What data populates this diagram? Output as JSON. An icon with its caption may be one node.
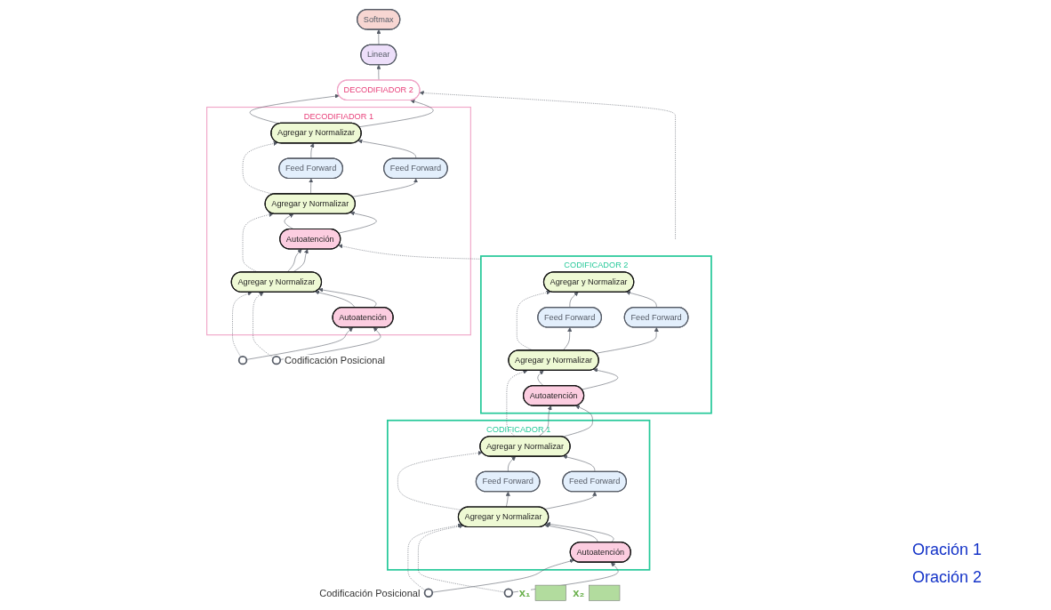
{
  "diagram": {
    "nodes": [
      {
        "text": [
          "CODIFICADOR 2"
        ]
      },
      {
        "text": [
          "Agregar y Normalizar"
        ],
        "in": 0
      },
      {
        "text": [
          "Feed Forward"
        ],
        "in": 0
      },
      {
        "text": [
          "Feed Forward"
        ],
        "in": 0
      },
      {
        "text": [
          "Agregar y Normalizar"
        ],
        "in": 0
      },
      {
        "text": [
          "Autoatención"
        ],
        "in": 0
      },
      {
        "text": [
          "CODIFICADOR 1"
        ]
      },
      {
        "text": [
          "Agregar y Normalizar"
        ],
        "in": 6
      },
      {
        "text": [
          "Feed Forward"
        ],
        "in": 6
      },
      {
        "text": [
          "Feed Forward"
        ],
        "in": 6
      },
      {
        "text": [
          "Agregar y Normalizar"
        ],
        "in": 6
      },
      {
        "text": [
          "Autoatención"
        ],
        "in": 6
      },
      {
        "text": [],
        "shape": "circle",
        "beside": [
          "Codificación Posicional"
        ]
      },
      {
        "text": [],
        "shape": "circle"
      },
      {
        "text": [],
        "shape": "bar",
        "beside": [
          "x₁"
        ]
      },
      {
        "text": [],
        "shape": "bar",
        "beside": [
          "x₂"
        ]
      },
      {
        "text": [
          "Softmax"
        ]
      },
      {
        "text": [
          "Linear"
        ]
      },
      {
        "text": [
          "DECODIFIADOR 2"
        ]
      },
      {
        "text": [
          "DECODIFIADOR 1"
        ]
      },
      {
        "text": [
          "Agregar y Normalizar"
        ],
        "in": 19
      },
      {
        "text": [
          "Feed Forward"
        ],
        "in": 19
      },
      {
        "text": [
          "Feed Forward"
        ],
        "in": 19
      },
      {
        "text": [
          "Agregar y Normalizar"
        ],
        "in": 19
      },
      {
        "text": [
          "Autoatención"
        ],
        "in": 19
      },
      {
        "text": [
          "Agregar y Normalizar"
        ],
        "in": 19
      },
      {
        "text": [
          "Autoatención"
        ],
        "in": 19
      },
      {
        "text": [],
        "shape": "circle"
      },
      {
        "text": [],
        "shape": "circle",
        "beside": [
          "Codificación Posicional"
        ]
      }
    ],
    "edges": [
      {
        "from": 12,
        "to": 11,
        "arrow": "to"
      },
      {
        "from": 13,
        "to": 11,
        "arrow": "to"
      },
      {
        "from": 12,
        "to": 10,
        "arrow": "to",
        "style": "dashed"
      },
      {
        "from": 13,
        "to": 10,
        "arrow": "to",
        "style": "dashed"
      },
      {
        "from": 11,
        "to": 10,
        "arrow": "to"
      },
      {
        "from": 11,
        "to": 10,
        "arrow": "to"
      },
      {
        "from": 10,
        "to": 8,
        "arrow": "to"
      },
      {
        "from": 10,
        "to": 9,
        "arrow": "to"
      },
      {
        "from": 10,
        "to": 7,
        "arrow": "to",
        "style": "dashed"
      },
      {
        "from": 8,
        "to": 7,
        "arrow": "to"
      },
      {
        "from": 9,
        "to": 7,
        "arrow": "to"
      },
      {
        "from": 7,
        "to": 5,
        "arrow": "to"
      },
      {
        "from": 7,
        "to": 5,
        "arrow": "to"
      },
      {
        "from": 7,
        "to": 4,
        "arrow": "to",
        "style": "dashed"
      },
      {
        "from": 5,
        "to": 4,
        "arrow": "to"
      },
      {
        "from": 5,
        "to": 4,
        "arrow": "to"
      },
      {
        "from": 4,
        "to": 2,
        "arrow": "to"
      },
      {
        "from": 4,
        "to": 3,
        "arrow": "to"
      },
      {
        "from": 4,
        "to": 1,
        "arrow": "to",
        "style": "dashed"
      },
      {
        "from": 2,
        "to": 1,
        "arrow": "to"
      },
      {
        "from": 3,
        "to": 1,
        "arrow": "to"
      },
      {
        "from": 0,
        "to": 18,
        "arrow": "to",
        "style": "dashed"
      },
      {
        "from": 0,
        "to": 24,
        "arrow": "to",
        "style": "dashed"
      },
      {
        "from": 27,
        "to": 26,
        "arrow": "to"
      },
      {
        "from": 28,
        "to": 26,
        "arrow": "to"
      },
      {
        "from": 27,
        "to": 25,
        "arrow": "to",
        "style": "dashed"
      },
      {
        "from": 28,
        "to": 25,
        "arrow": "to",
        "style": "dashed"
      },
      {
        "from": 26,
        "to": 25,
        "arrow": "to"
      },
      {
        "from": 26,
        "to": 25,
        "arrow": "to"
      },
      {
        "from": 25,
        "to": 24,
        "arrow": "to"
      },
      {
        "from": 25,
        "to": 24,
        "arrow": "to"
      },
      {
        "from": 25,
        "to": 23,
        "arrow": "to",
        "style": "dashed"
      },
      {
        "from": 24,
        "to": 23,
        "arrow": "to"
      },
      {
        "from": 24,
        "to": 23,
        "arrow": "to"
      },
      {
        "from": 23,
        "to": 21,
        "arrow": "to"
      },
      {
        "from": 23,
        "to": 22,
        "arrow": "to"
      },
      {
        "from": 23,
        "to": 20,
        "arrow": "to",
        "style": "dashed"
      },
      {
        "from": 21,
        "to": 20,
        "arrow": "to"
      },
      {
        "from": 22,
        "to": 20,
        "arrow": "to"
      },
      {
        "from": 20,
        "to": 18,
        "arrow": "to"
      },
      {
        "from": 20,
        "to": 18,
        "arrow": "to"
      },
      {
        "from": 18,
        "to": 17,
        "arrow": "to"
      },
      {
        "from": 17,
        "to": 16,
        "arrow": "to"
      }
    ],
    "labels": [
      "Oración 1",
      "Oración 2"
    ]
  }
}
